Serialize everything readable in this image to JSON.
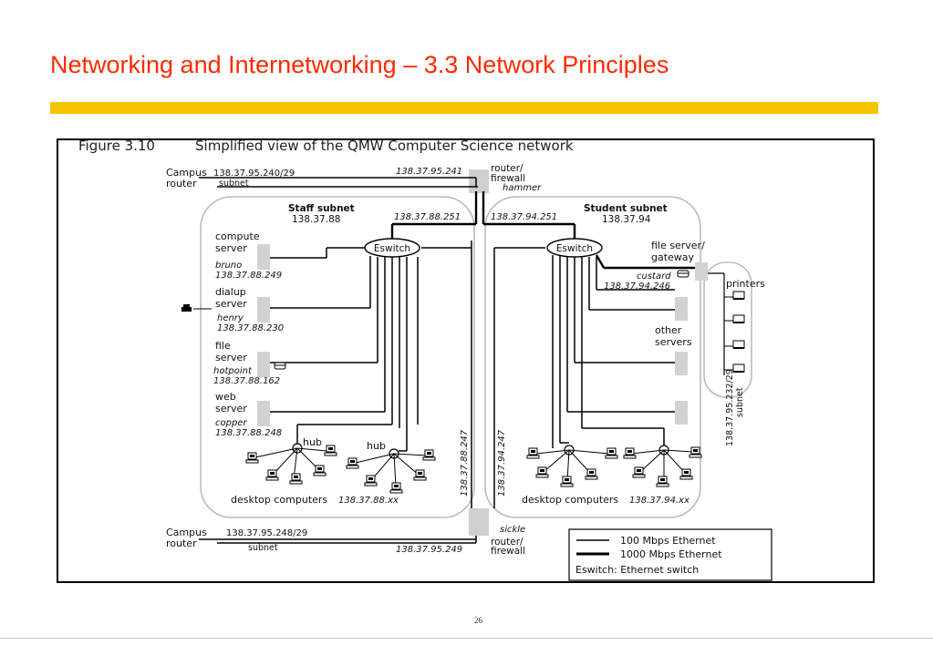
{
  "slide": {
    "title": "Networking and Internetworking – 3.3 Network Principles",
    "page_number": "26",
    "accent_color": "#f5c400",
    "title_color": "#ff2a00"
  },
  "figure": {
    "label": "Figure 3.10",
    "caption": "Simplified view of the QMW Computer Science network",
    "top_campus": {
      "line1": "Campus",
      "line2": "router",
      "addr": "138.37.95.240/29",
      "subnet": "subnet",
      "right_addr": "138.37.95.241"
    },
    "top_router": {
      "l1": "router/",
      "l2": "firewall",
      "name": "hammer"
    },
    "staff": {
      "title": "Staff subnet",
      "addr": "138.37.88",
      "uplink": "138.37.88.251",
      "vertical": "138.37.88.247"
    },
    "student": {
      "title": "Student subnet",
      "addr": "138.37.94",
      "uplink": "138.37.94.251",
      "vertical": "138.37.94.247"
    },
    "eswitch": "Eswitch",
    "compute": {
      "l1": "compute",
      "l2": "server",
      "name": "bruno",
      "addr": "138.37.88.249"
    },
    "dialup": {
      "l1": "dialup",
      "l2": "server",
      "name": "henry",
      "addr": "138.37.88.230"
    },
    "fileserver": {
      "l1": "file",
      "l2": "server",
      "name": "hotpoint",
      "addr": "138.37.88.162"
    },
    "web": {
      "l1": "web",
      "l2": "server",
      "name": "copper",
      "addr": "138.37.88.248"
    },
    "hub": "hub",
    "desktop_staff": {
      "label": "desktop computers",
      "addr": "138.37.88.xx"
    },
    "desktop_student": {
      "label": "desktop computers",
      "addr": "138.37.94.xx"
    },
    "gateway": {
      "l1": "file server/",
      "l2": "gateway",
      "name": "custard",
      "addr": "138.37.94.246"
    },
    "other": {
      "l1": "other",
      "l2": "servers"
    },
    "printers": "printers",
    "printer_subnet": {
      "addr": "138.37.95.232/29",
      "subnet": "subnet"
    },
    "bottom_campus": {
      "line1": "Campus",
      "line2": "router",
      "addr": "138.37.95.248/29",
      "subnet": "subnet",
      "right_addr": "138.37.95.249"
    },
    "bottom_router": {
      "name": "sickle",
      "l1": "router/",
      "l2": "firewall"
    },
    "legend": {
      "thin": "100 Mbps Ethernet",
      "thick": "1000 Mbps Ethernet",
      "eswitch": "Eswitch:  Ethernet switch"
    }
  }
}
